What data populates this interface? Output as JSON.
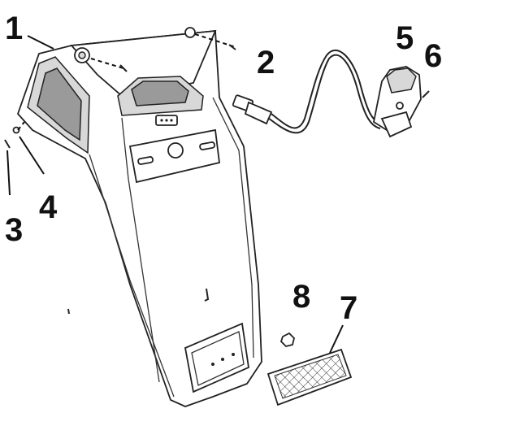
{
  "callouts": [
    {
      "label": "1"
    },
    {
      "label": "2"
    },
    {
      "label": "3"
    },
    {
      "label": "4"
    },
    {
      "label": "5"
    },
    {
      "label": "6"
    },
    {
      "label": "7"
    },
    {
      "label": "8"
    }
  ],
  "colors": {
    "line": "#222222",
    "fill_light": "#d8d8d8",
    "fill_dark": "#9a9a9a",
    "background": "#ffffff"
  }
}
